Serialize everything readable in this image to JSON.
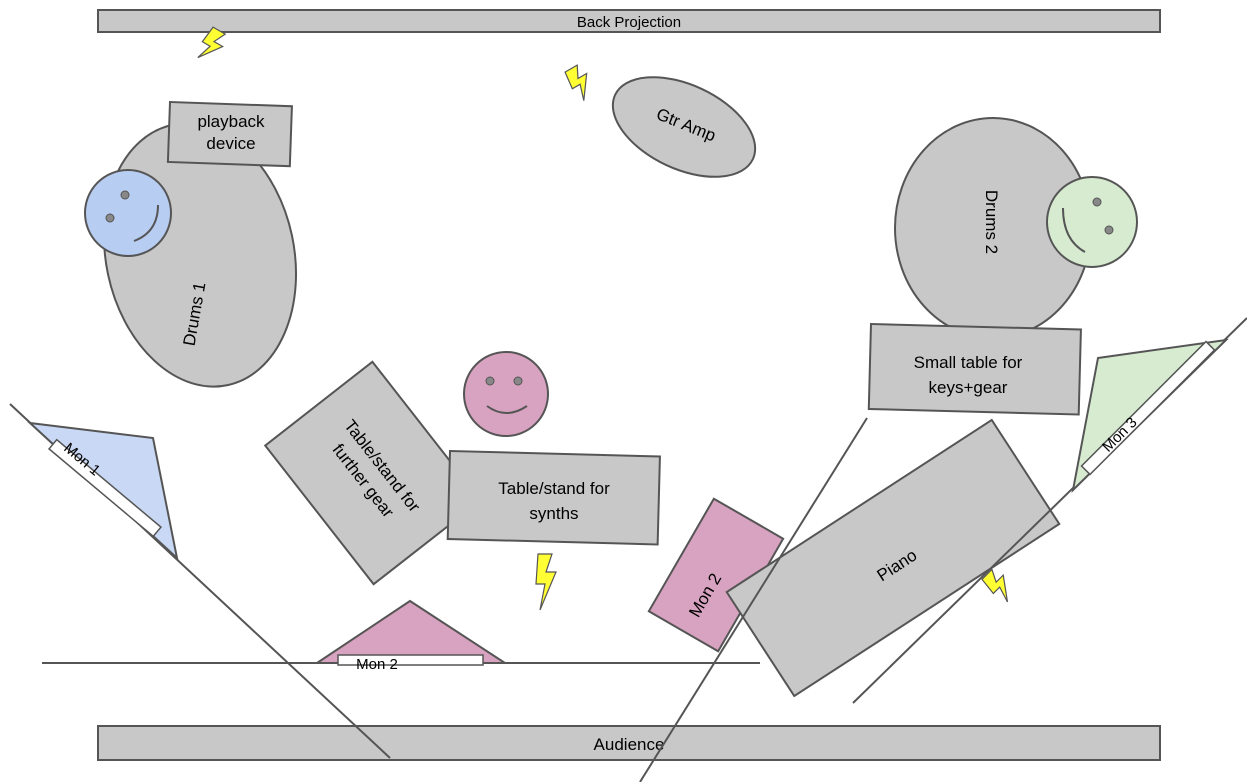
{
  "colors": {
    "gray": "#c8c8c8",
    "outline": "#555555",
    "blue": "#c9d8f5",
    "blue_face": "#b8cdf2",
    "green": "#d6ebcf",
    "pink": "#d8a3c0",
    "bolt": "#ffff33",
    "line": "#555555"
  },
  "bars": {
    "back_projection": "Back Projection",
    "audience": "Audience"
  },
  "labels": {
    "playback_line1": "playback",
    "playback_line2": "device",
    "gtr_amp": "Gtr Amp",
    "drums1": "Drums 1",
    "drums2": "Drums 2",
    "small_table_line1": "Small table for",
    "small_table_line2": "keys+gear",
    "further_line1": "Table/stand for",
    "further_line2": "further gear",
    "synths_line1": "Table/stand for",
    "synths_line2": "synths",
    "piano": "Piano",
    "mon1": "Mon 1",
    "mon2_front": "Mon 2",
    "mon2_box": "Mon 2",
    "mon3": "Mon 3"
  },
  "icons": [
    "smiley-face-icon",
    "lightning-bolt-icon"
  ]
}
